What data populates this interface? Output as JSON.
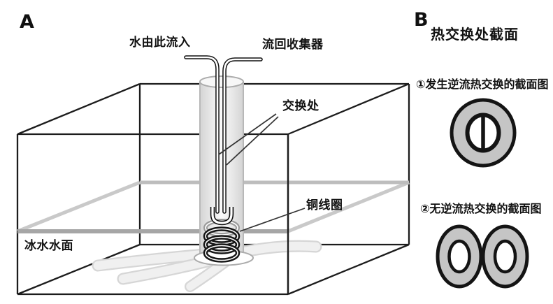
{
  "panel_a": {
    "label": "A",
    "annotations": {
      "water_inlet": "水由此流入",
      "return_collector": "流回收集器",
      "exchange_site": "交换处",
      "copper_coil": "铜线圈",
      "ice_water_surface": "冰水水面"
    }
  },
  "panel_b": {
    "label": "B",
    "title": "热交换处截面",
    "diagram1_caption": "①发生逆流热交换的截面图",
    "diagram2_caption": "②无逆流热交换的截面图"
  },
  "colors": {
    "line": "#1c1c1c",
    "tube_black": "#111111",
    "ring_fill": "#c5c5c5",
    "water_line_front": "#a6a6a6",
    "water_line_back": "#c2c2c2",
    "ice_fill": "#efefef",
    "ice_edge": "#d6d6d6",
    "glass_edge": "#b8b8b8"
  }
}
